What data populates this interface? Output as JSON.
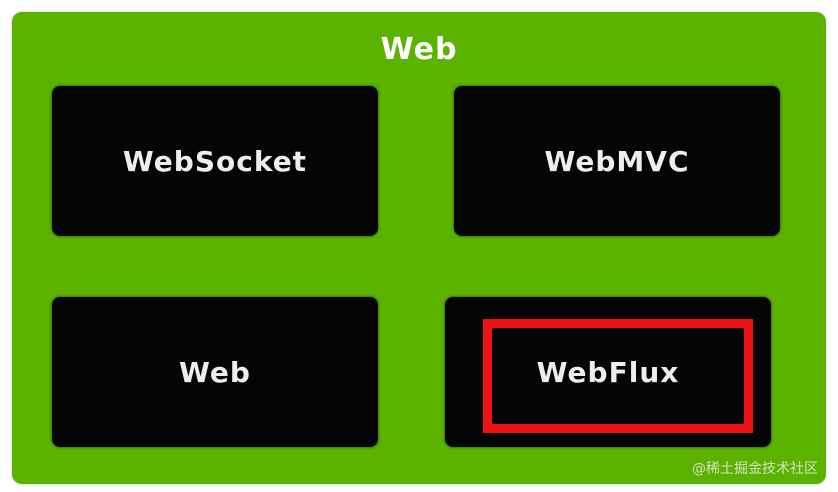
{
  "diagram": {
    "outer_label": "Web",
    "boxes": [
      {
        "label": "WebSocket",
        "highlighted": false
      },
      {
        "label": "WebMVC",
        "highlighted": false
      },
      {
        "label": "Web",
        "highlighted": false
      },
      {
        "label": "WebFlux",
        "highlighted": true
      }
    ],
    "watermark": "@稀土掘金技术社区"
  },
  "colors": {
    "outer_fill": "#5bb300",
    "box_fill": "#050505",
    "text": "#eeeeee",
    "highlight": "#ee1111"
  }
}
